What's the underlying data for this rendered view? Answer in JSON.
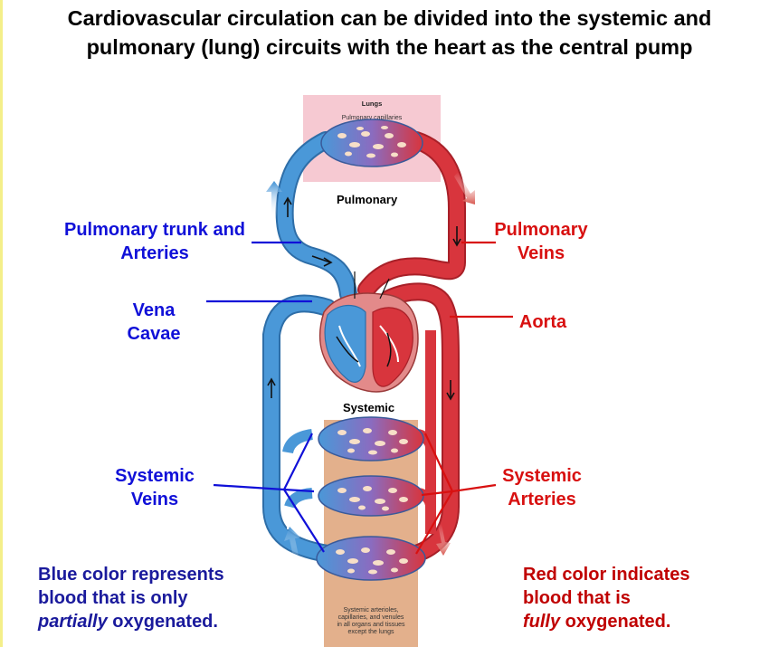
{
  "title": {
    "line1": "Cardiovascular circulation can be divided into the systemic and",
    "line2": "pulmonary (lung) circuits with the heart as the central pump"
  },
  "diagram": {
    "lungs_label": "Lungs",
    "pulmonary_capillaries_label": "Pulmonary capillaries",
    "pulmonary_label": "Pulmonary",
    "systemic_label": "Systemic",
    "systemic_box_note": [
      "Systemic arterioles,",
      "capillaries, and venules",
      "in all organs and tissues",
      "except the lungs"
    ]
  },
  "labels": {
    "pulmonary_trunk": [
      "Pulmonary trunk and",
      "Arteries"
    ],
    "pulmonary_veins": [
      "Pulmonary",
      "Veins"
    ],
    "vena_cavae": [
      "Vena",
      "Cavae"
    ],
    "aorta": "Aorta",
    "systemic_veins": [
      "Systemic",
      "Veins"
    ],
    "systemic_arteries": [
      "Systemic",
      "Arteries"
    ]
  },
  "notes": {
    "blue": {
      "line1": "Blue color represents",
      "line2": "blood that is only",
      "line3_italic": "partially",
      "line3_rest": " oxygenated."
    },
    "red": {
      "line1": "Red color indicates",
      "line2": "blood that is",
      "line3_italic": "fully",
      "line3_rest": " oxygenated."
    }
  },
  "colors": {
    "blue_vessel": "#4a98d8",
    "red_vessel": "#d8353d",
    "lung_box": "#f6c9d2",
    "systemic_box": "#e3b08c",
    "label_blue": "#1010d8",
    "label_red": "#d81010"
  }
}
